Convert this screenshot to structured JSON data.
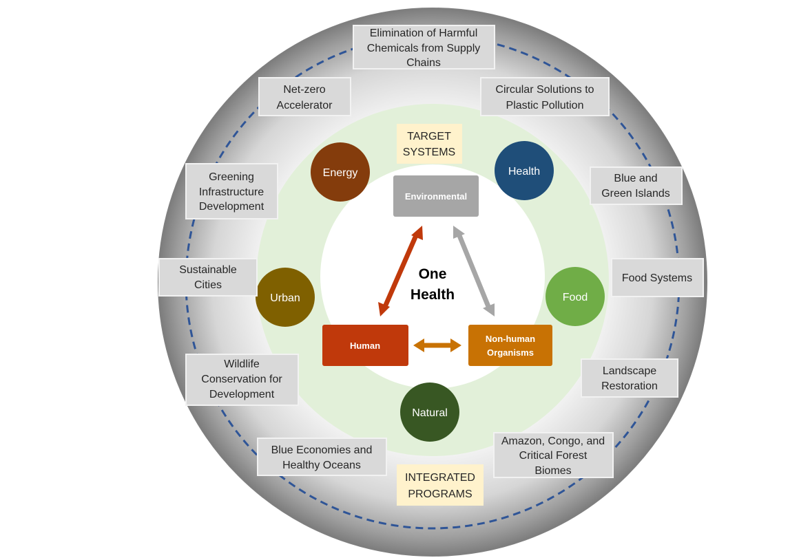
{
  "center_title": [
    "One",
    "Health"
  ],
  "target_systems_label": [
    "TARGET",
    "SYSTEMS"
  ],
  "integrated_programs_label": [
    "INTEGRATED",
    "PROGRAMS"
  ],
  "nodes": {
    "environmental": {
      "lines": [
        "Environmental"
      ],
      "color": "#a6a6a6"
    },
    "human": {
      "lines": [
        "Human"
      ],
      "color": "#c0390b"
    },
    "non_human": {
      "lines": [
        "Non-human",
        "Organisms"
      ],
      "color": "#c87204"
    }
  },
  "systems": [
    {
      "id": "energy",
      "label": "Energy",
      "color": "#843c0c"
    },
    {
      "id": "health",
      "label": "Health",
      "color": "#1f4e79"
    },
    {
      "id": "urban",
      "label": "Urban",
      "color": "#7f6000"
    },
    {
      "id": "food",
      "label": "Food",
      "color": "#70ad47"
    },
    {
      "id": "natural",
      "label": "Natural",
      "color": "#385723"
    }
  ],
  "programs": [
    {
      "id": "harmful-chemicals",
      "lines": [
        "Elimination of Harmful",
        "Chemicals from Supply",
        "Chains"
      ]
    },
    {
      "id": "net-zero",
      "lines": [
        "Net-zero",
        "Accelerator"
      ]
    },
    {
      "id": "plastic-pollution",
      "lines": [
        "Circular Solutions to",
        "Plastic Pollution"
      ]
    },
    {
      "id": "greening-infrastructure",
      "lines": [
        "Greening",
        "Infrastructure",
        "Development"
      ]
    },
    {
      "id": "blue-green-islands",
      "lines": [
        "Blue and",
        "Green Islands"
      ]
    },
    {
      "id": "sustainable-cities",
      "lines": [
        "Sustainable",
        "Cities"
      ]
    },
    {
      "id": "food-systems",
      "lines": [
        "Food Systems"
      ]
    },
    {
      "id": "wildlife-conservation",
      "lines": [
        "Wildlife",
        "Conservation for",
        "Development"
      ]
    },
    {
      "id": "landscape-restoration",
      "lines": [
        "Landscape",
        "Restoration"
      ]
    },
    {
      "id": "blue-economies",
      "lines": [
        "Blue Economies and",
        "Healthy Oceans"
      ]
    },
    {
      "id": "critical-forests",
      "lines": [
        "Amazon, Congo, and",
        "Critical Forest",
        "Biomes"
      ]
    }
  ],
  "colors": {
    "outer_ring": "#8c8c8c",
    "green_ring": "#e2f0d9",
    "dashed_ring": "#2f5597",
    "arrow_human_env": "#c0390b",
    "arrow_env_nonhuman": "#a6a6a6",
    "arrow_human_nonhuman": "#c87204"
  }
}
